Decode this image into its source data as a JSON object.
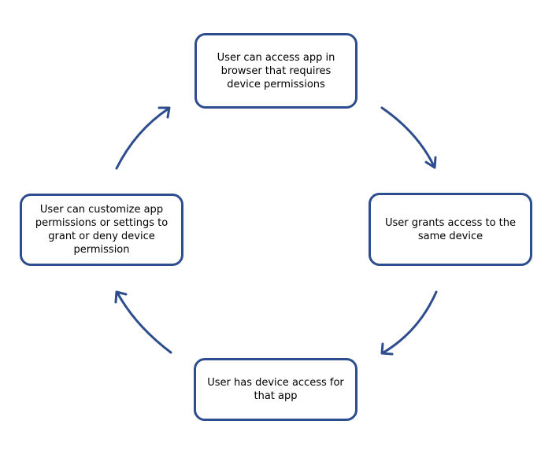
{
  "colors": {
    "node_border": "#2e4d8e",
    "arrow": "#2e4d8e",
    "text": "#000000",
    "background": "#ffffff"
  },
  "nodes": {
    "top": {
      "label": "User can access app in browser that requires device permissions"
    },
    "right": {
      "label": "User grants access to the same device"
    },
    "bottom": {
      "label": "User has device access for that app"
    },
    "left": {
      "label": "User can customize app permissions or settings to grant or deny device permission"
    }
  }
}
